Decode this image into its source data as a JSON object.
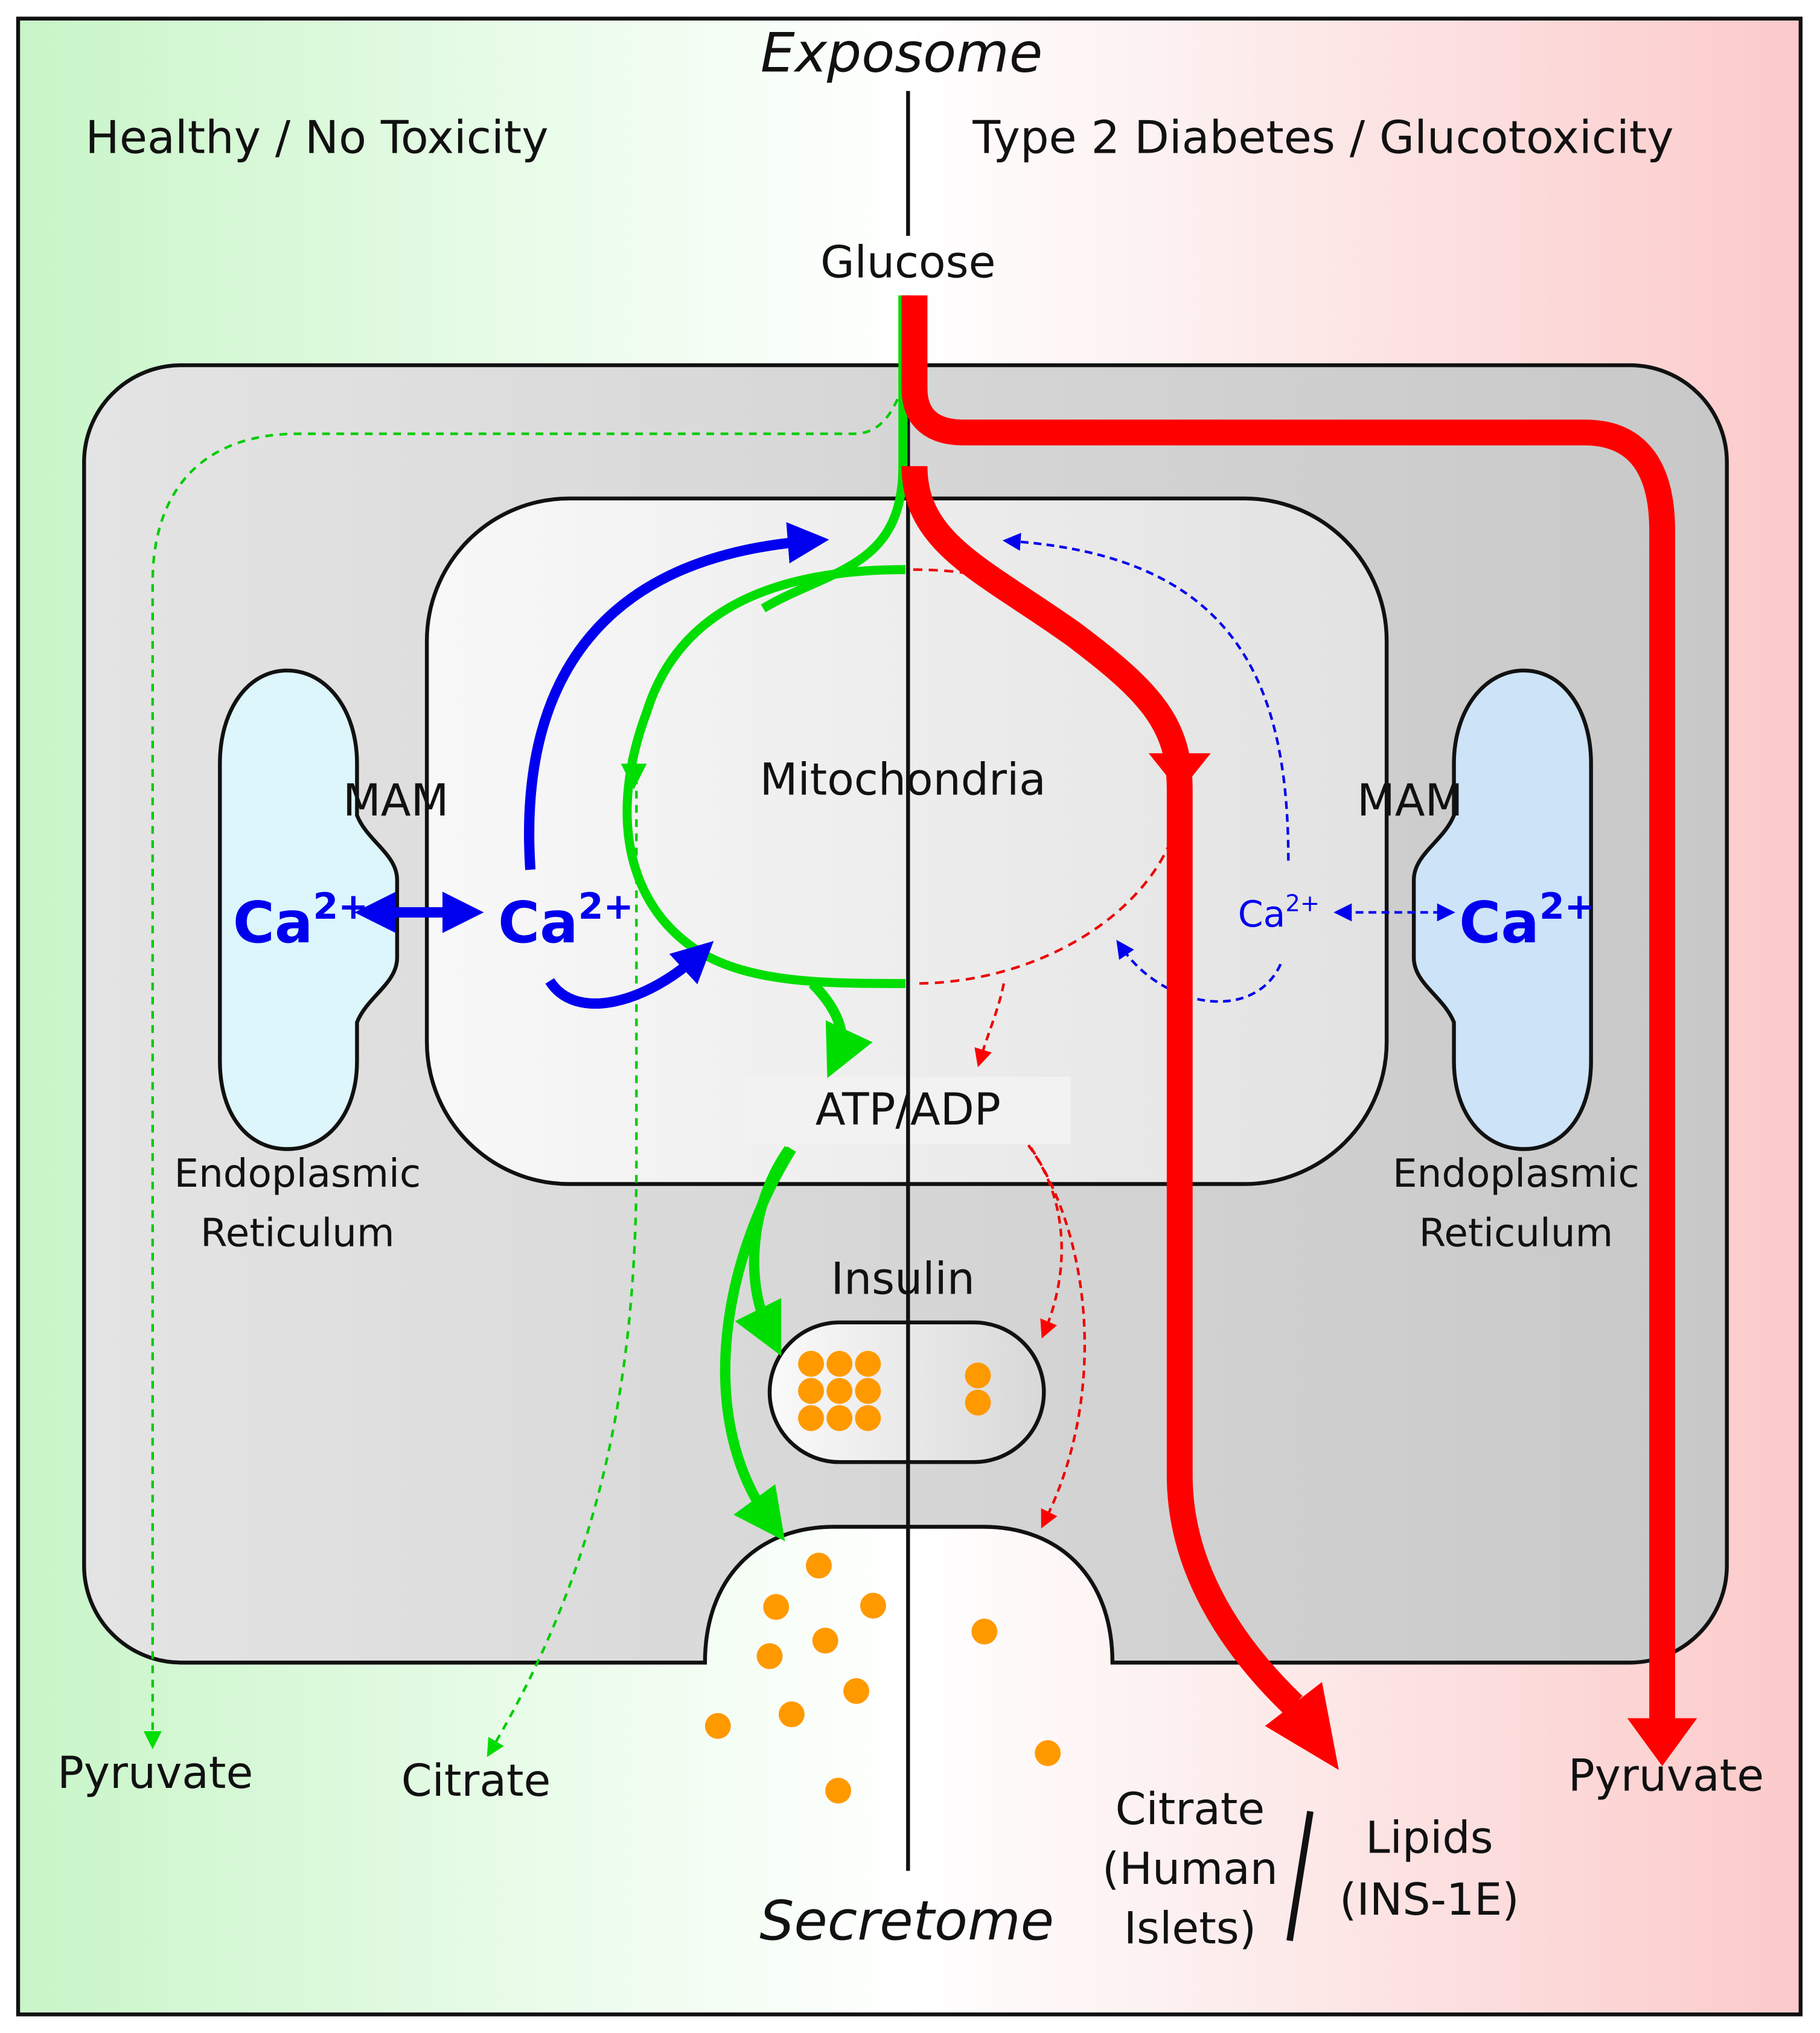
{
  "title_top": "Exposome",
  "title_bottom": "Secretome",
  "panel_left": "Healthy / No Toxicity",
  "panel_right": "Type 2 Diabetes / Glucotoxicity",
  "glucose": "Glucose",
  "mitochondria": "Mitochondria",
  "atp_adp": "ATP/ADP",
  "insulin": "Insulin",
  "left_er": {
    "mam": "MAM",
    "ca_base": "Ca",
    "ca_sup": "2+",
    "line1": "Endoplasmic",
    "line2": "Reticulum"
  },
  "right_er": {
    "mam": "MAM",
    "ca_base": "Ca",
    "ca_sup": "2+",
    "line1": "Endoplasmic",
    "line2": "Reticulum"
  },
  "mito_ca_left": {
    "base": "Ca",
    "sup": "2+"
  },
  "mito_ca_right": {
    "base": "Ca",
    "sup": "2+"
  },
  "outputs": {
    "left_pyruvate": "Pyruvate",
    "left_citrate": "Citrate",
    "right_citrate_1": "Citrate",
    "right_citrate_2": "(Human",
    "right_citrate_3": "Islets)",
    "right_lipids_1": "Lipids",
    "right_lipids_2": "(INS-1E)",
    "right_pyruvate": "Pyruvate"
  },
  "colors": {
    "healthy_green": "#00dd00",
    "toxic_red": "#ff0000",
    "calcium_blue": "#0000ee",
    "insulin_orange": "#ff9900",
    "cell_gray": "#cccccc"
  }
}
